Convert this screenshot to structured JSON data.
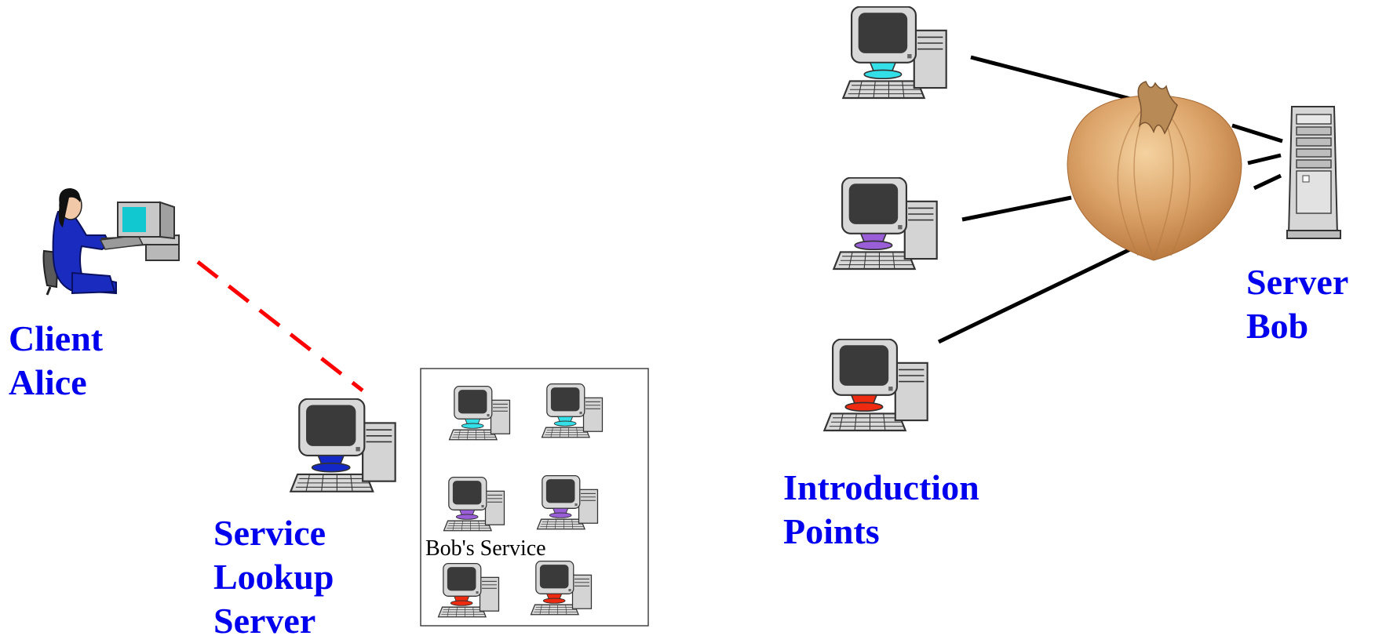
{
  "labels": {
    "client": {
      "line1": "Client",
      "line2": "Alice"
    },
    "lookup": {
      "line1": "Service",
      "line2": "Lookup",
      "line3": "Server"
    },
    "intro": {
      "line1": "Introduction",
      "line2": "Points"
    },
    "server": {
      "line1": "Server",
      "line2": "Bob"
    }
  },
  "box_caption": "Bob's Service",
  "colors": {
    "label": "#0000ee",
    "dashed_link": "#ff0000",
    "solid_link": "#000000",
    "monitor_cyan": "#33e0e8",
    "monitor_violet": "#9a5fd8",
    "monitor_red": "#ee2a10",
    "monitor_blue": "#1428c8",
    "onion": "#dca46a"
  }
}
